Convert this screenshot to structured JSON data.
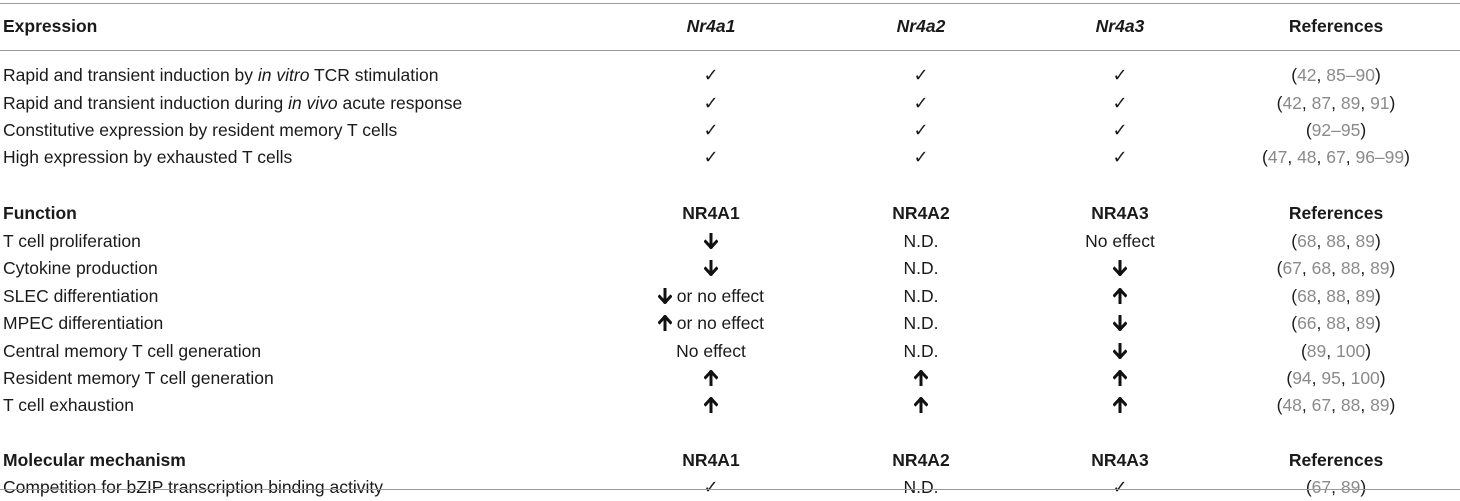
{
  "icons": {
    "check": "✓",
    "up": "arrow-up-icon",
    "down": "arrow-down-icon"
  },
  "sections": [
    {
      "header": {
        "label": "Expression",
        "cols": [
          "Nr4a1",
          "Nr4a2",
          "Nr4a3"
        ],
        "italic_cols": true,
        "refs": "References"
      },
      "rows": [
        {
          "label": [
            {
              "t": "Rapid and transient induction by "
            },
            {
              "t": "in vitro",
              "i": true
            },
            {
              "t": " TCR stimulation"
            }
          ],
          "cells": [
            [
              "check"
            ],
            [
              "check"
            ],
            [
              "check"
            ]
          ],
          "refs": [
            "42",
            "85–90"
          ]
        },
        {
          "label": [
            {
              "t": "Rapid and transient induction during "
            },
            {
              "t": "in vivo",
              "i": true
            },
            {
              "t": " acute response"
            }
          ],
          "cells": [
            [
              "check"
            ],
            [
              "check"
            ],
            [
              "check"
            ]
          ],
          "refs": [
            "42",
            "87",
            "89",
            "91"
          ]
        },
        {
          "label": [
            {
              "t": "Constitutive expression by resident memory T cells"
            }
          ],
          "cells": [
            [
              "check"
            ],
            [
              "check"
            ],
            [
              "check"
            ]
          ],
          "refs": [
            "92–95"
          ]
        },
        {
          "label": [
            {
              "t": "High expression by exhausted T cells"
            }
          ],
          "cells": [
            [
              "check"
            ],
            [
              "check"
            ],
            [
              "check"
            ]
          ],
          "refs": [
            "47",
            "48",
            "67",
            "96–99"
          ]
        }
      ]
    },
    {
      "header": {
        "label": "Function",
        "cols": [
          "NR4A1",
          "NR4A2",
          "NR4A3"
        ],
        "italic_cols": false,
        "refs": "References"
      },
      "rows": [
        {
          "label": [
            {
              "t": "T cell proliferation"
            }
          ],
          "cells": [
            [
              "down"
            ],
            [
              "N.D."
            ],
            [
              "No effect"
            ]
          ],
          "refs": [
            "68",
            "88",
            "89"
          ]
        },
        {
          "label": [
            {
              "t": "Cytokine production"
            }
          ],
          "cells": [
            [
              "down"
            ],
            [
              "N.D."
            ],
            [
              "down"
            ]
          ],
          "refs": [
            "67",
            "68",
            "88",
            "89"
          ]
        },
        {
          "label": [
            {
              "t": "SLEC differentiation"
            }
          ],
          "cells": [
            [
              "down",
              " or no effect"
            ],
            [
              "N.D."
            ],
            [
              "up"
            ]
          ],
          "refs": [
            "68",
            "88",
            "89"
          ]
        },
        {
          "label": [
            {
              "t": "MPEC differentiation"
            }
          ],
          "cells": [
            [
              "up",
              " or no effect"
            ],
            [
              "N.D."
            ],
            [
              "down"
            ]
          ],
          "refs": [
            "66",
            "88",
            "89"
          ]
        },
        {
          "label": [
            {
              "t": "Central memory T cell generation"
            }
          ],
          "cells": [
            [
              "No effect"
            ],
            [
              "N.D."
            ],
            [
              "down"
            ]
          ],
          "refs": [
            "89",
            "100"
          ]
        },
        {
          "label": [
            {
              "t": "Resident memory T cell generation"
            }
          ],
          "cells": [
            [
              "up"
            ],
            [
              "up"
            ],
            [
              "up"
            ]
          ],
          "refs": [
            "94",
            "95",
            "100"
          ]
        },
        {
          "label": [
            {
              "t": "T cell exhaustion"
            }
          ],
          "cells": [
            [
              "up"
            ],
            [
              "up"
            ],
            [
              "up"
            ]
          ],
          "refs": [
            "48",
            "67",
            "88",
            "89"
          ]
        }
      ]
    },
    {
      "header": {
        "label": "Molecular mechanism",
        "cols": [
          "NR4A1",
          "NR4A2",
          "NR4A3"
        ],
        "italic_cols": false,
        "refs": "References"
      },
      "rows": [
        {
          "label": [
            {
              "t": "Competition for bZIP transcription binding activity"
            }
          ],
          "cells": [
            [
              "check"
            ],
            [
              "N.D."
            ],
            [
              "check"
            ]
          ],
          "refs": [
            "67",
            "89"
          ]
        }
      ]
    }
  ]
}
